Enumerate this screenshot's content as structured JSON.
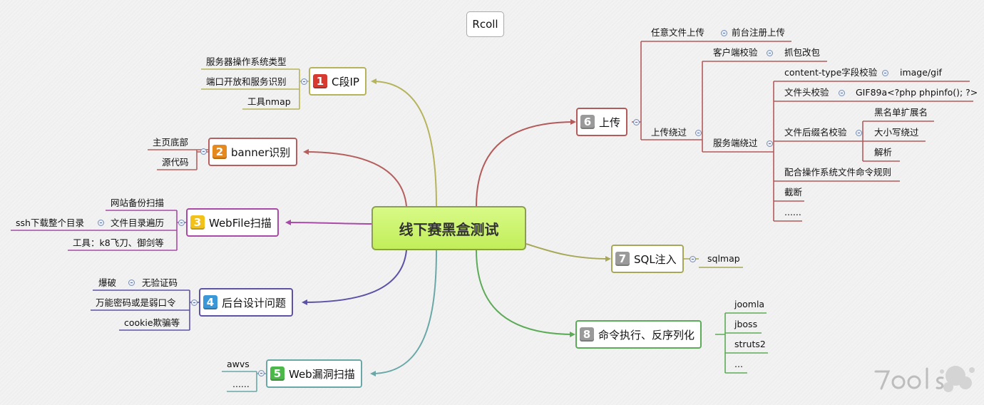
{
  "floating_topic": "Rcoll",
  "central": "线下赛黑盒测试",
  "watermark_logo": "7ools",
  "colors": {
    "b1": "#b6b45a",
    "b2": "#b5605e",
    "b3": "#a84aa6",
    "b4": "#5c52a6",
    "b5": "#6aa8a8",
    "b6": "#b35a5a",
    "b7": "#a7a857",
    "b8": "#5cab57"
  },
  "branches": [
    {
      "num": "1",
      "label": "C段IP",
      "badge_color": "#d93a30",
      "children": [
        "服务器操作系统类型",
        "端口开放和服务识别",
        "工具nmap"
      ]
    },
    {
      "num": "2",
      "label": "banner识别",
      "badge_color": "#e58a1f",
      "children": [
        "主页底部",
        "源代码"
      ]
    },
    {
      "num": "3",
      "label": "WebFile扫描",
      "badge_color": "#f2c21a",
      "children": [
        "网站备份扫描",
        "文件目录遍历",
        "工具：k8飞刀、御剑等"
      ],
      "grandchild": "ssh下载整个目录"
    },
    {
      "num": "4",
      "label": "后台设计问题",
      "badge_color": "#3a98d8",
      "children": [
        "爆破",
        "万能密码或是弱口令",
        "cookie欺骗等"
      ],
      "grandchild": "无验证码"
    },
    {
      "num": "5",
      "label": "Web漏洞扫描",
      "badge_color": "#4db84a",
      "children": [
        "awvs",
        "......"
      ]
    },
    {
      "num": "6",
      "label": "上传",
      "badge_color": "#9a9a9a",
      "children": {
        "any_upload": "任意文件上传",
        "frontend_register": "前台注册上传",
        "bypass": "上传绕过",
        "client_check": "客户端校验",
        "capture_modify": "抓包改包",
        "server_bypass": "服务端绕过",
        "content_type": "content-type字段校验",
        "image_gif": "image/gif",
        "file_header": "文件头校验",
        "gif89a": "GIF89a<?php phpinfo(); ?>",
        "suffix_check": "文件后缀名校验",
        "blacklist": "黑名单扩展名",
        "case_bypass": "大小写绕过",
        "parse": "解析",
        "os_rules": "配合操作系统文件命令规则",
        "truncate": "截断",
        "more": "......"
      }
    },
    {
      "num": "7",
      "label": "SQL注入",
      "badge_color": "#9a9a9a",
      "children": [
        "sqlmap"
      ]
    },
    {
      "num": "8",
      "label": "命令执行、反序列化",
      "badge_color": "#9a9a9a",
      "children": [
        "joomla",
        "jboss",
        "struts2",
        "..."
      ]
    }
  ]
}
